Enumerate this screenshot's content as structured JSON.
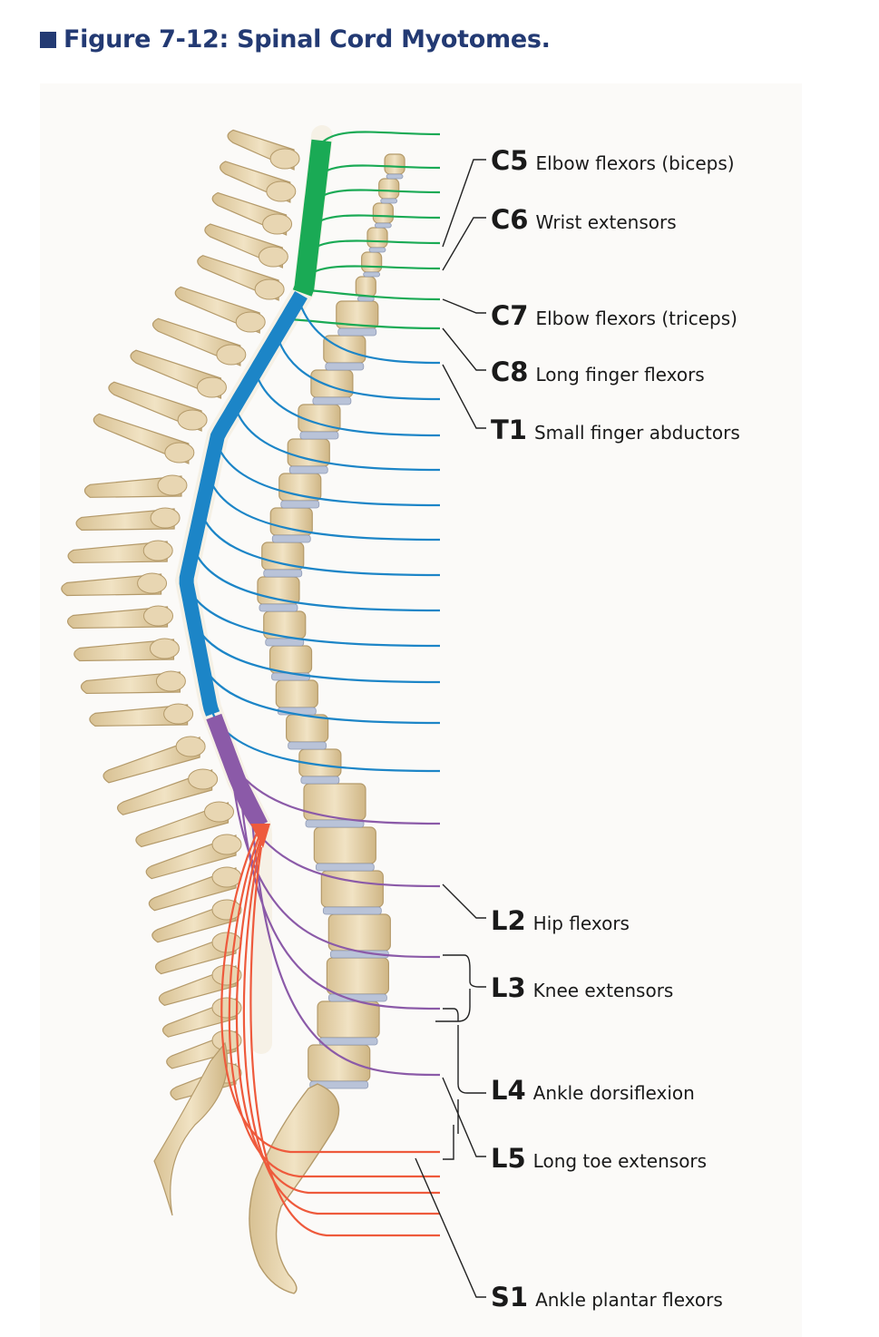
{
  "figure": {
    "title": "Figure 7-12: Spinal Cord Myotomes."
  },
  "colors": {
    "cervical": "#1aaa55",
    "thoracic": "#1c85c7",
    "lumbar": "#8b5aa8",
    "sacral": "#ee5a3c",
    "bone": "#e8d6b2",
    "bone_edge": "#b49a6a",
    "disc": "#b9c3d8",
    "title": "#233a73"
  },
  "labels": [
    {
      "code": "C5",
      "desc": "Elbow flexors (biceps)"
    },
    {
      "code": "C6",
      "desc": "Wrist extensors"
    },
    {
      "code": "C7",
      "desc": "Elbow flexors (triceps)"
    },
    {
      "code": "C8",
      "desc": "Long finger flexors"
    },
    {
      "code": "T1",
      "desc": "Small finger abductors"
    },
    {
      "code": "L2",
      "desc": "Hip flexors"
    },
    {
      "code": "L3",
      "desc": "Knee extensors"
    },
    {
      "code": "L4",
      "desc": "Ankle dorsiflexion"
    },
    {
      "code": "L5",
      "desc": "Long toe extensors"
    },
    {
      "code": "S1",
      "desc": "Ankle plantar flexors"
    }
  ]
}
